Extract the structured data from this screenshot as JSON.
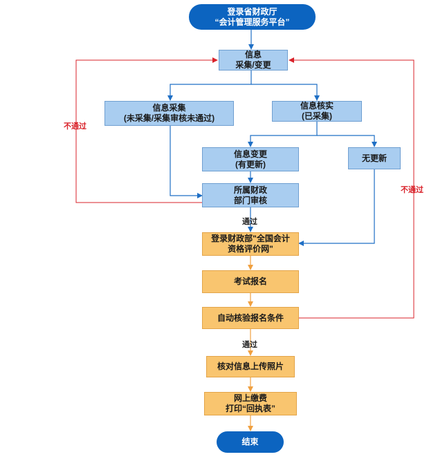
{
  "nodes": {
    "start": "登录省财政厅\n“会计管理服务平台”",
    "info_update": "信息\n采集/变更",
    "collect": "信息采集\n(未采集/采集审核未通过)",
    "verify": "信息核实\n(已采集)",
    "change": "信息变更\n(有更新)",
    "no_update": "无更新",
    "dept_review": "所属财政\n部门审核",
    "national_site": "登录财政部\"全国会计\n资格评价网\"",
    "exam_register": "考试报名",
    "auto_check": "自动核验报名条件",
    "check_photo": "核对信息上传照片",
    "pay_print": "网上缴费\n打印“回执表”",
    "end": "结束"
  },
  "labels": {
    "fail_left": "不通过",
    "fail_right": "不通过",
    "pass_1": "通过",
    "pass_2": "通过"
  },
  "colors": {
    "pill": "#0c64c0",
    "blue_box": "#a9cdf0",
    "orange_box": "#f9c56f",
    "blue_line": "#1f6fc5",
    "red_line": "#d9222a",
    "orange_line": "#f0a040"
  }
}
